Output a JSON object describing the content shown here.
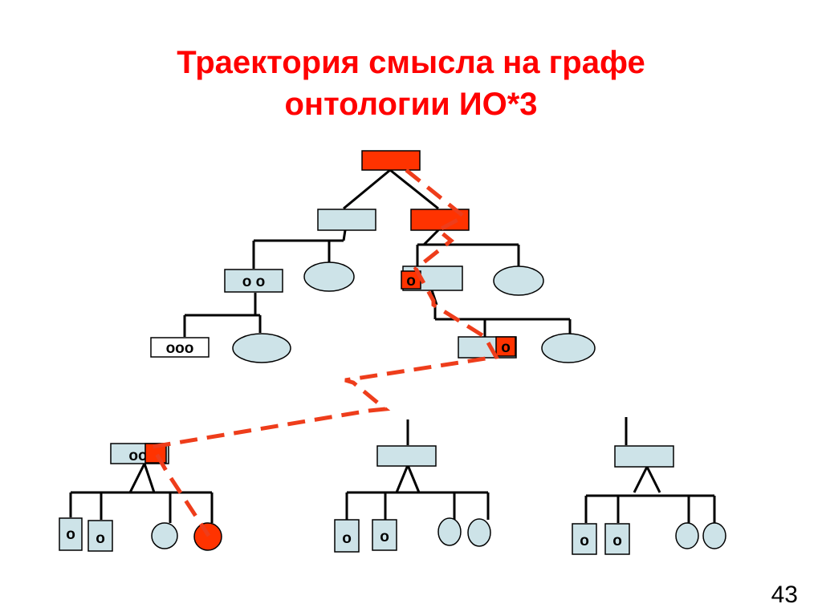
{
  "slide": {
    "title_line1": "Траектория смысла на графе",
    "title_line2": "онтологии ИО*3",
    "page_number": "43"
  },
  "colors": {
    "title": "#ff0000",
    "highlight": "#ff3300",
    "node_fill": "#cde3e8",
    "path_dash": "#ee3d1b",
    "line": "#000000"
  },
  "labels": {
    "level2_left_box": "o o",
    "level2_right_small": "o",
    "level3_left_box": "ooo",
    "level3_right_small": "o",
    "sub1_box": "oo",
    "sub1_leaf_a": "o",
    "sub1_leaf_b": "o",
    "sub2_leaf_a": "o",
    "sub2_leaf_b": "o",
    "sub3_leaf_a": "o",
    "sub3_leaf_b": "o"
  }
}
